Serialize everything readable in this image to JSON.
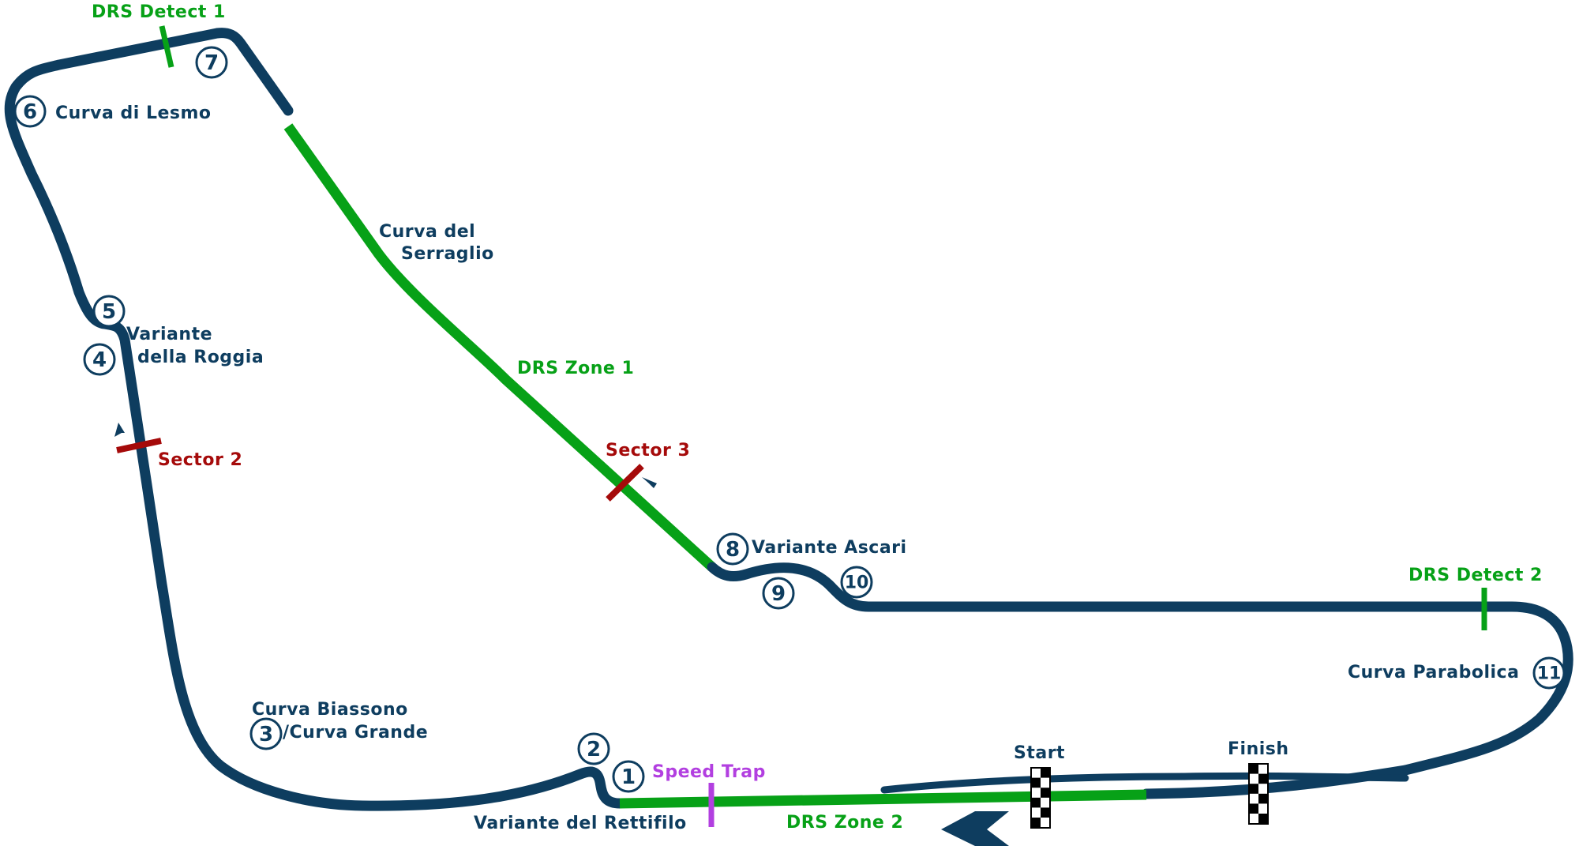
{
  "map": {
    "colors": {
      "track": "#0e3d5f",
      "drs": "#07a117",
      "sector": "#a50a0a",
      "speed_trap": "#b23fe0",
      "background": "#ffffff"
    },
    "turns": [
      {
        "number": "1",
        "name": "Variante del Rettifilo"
      },
      {
        "number": "2",
        "name": "Variante del Rettifilo"
      },
      {
        "number": "3",
        "name": "Curva Biassono / Curva Grande"
      },
      {
        "number": "4",
        "name": "Variante della Roggia"
      },
      {
        "number": "5",
        "name": "Variante della Roggia"
      },
      {
        "number": "6",
        "name": "Curva di Lesmo"
      },
      {
        "number": "7",
        "name": ""
      },
      {
        "number": "8",
        "name": "Variante Ascari"
      },
      {
        "number": "9",
        "name": ""
      },
      {
        "number": "10",
        "name": ""
      },
      {
        "number": "11",
        "name": "Curva Parabolica"
      }
    ],
    "labels": {
      "curva_di_lesmo": "Curva di Lesmo",
      "curva_del": "Curva del",
      "serraglio": "Serraglio",
      "variante": "Variante",
      "della_roggia": "della Roggia",
      "curva_biassono": "Curva Biassono",
      "curva_grande": "/Curva Grande",
      "variante_del_rettifilo": "Variante del Rettifilo",
      "variante_ascari": "Variante Ascari",
      "curva_parabolica": "Curva Parabolica",
      "start": "Start",
      "finish": "Finish"
    },
    "markers": {
      "drs_detect_1": "DRS Detect 1",
      "drs_detect_2": "DRS Detect 2",
      "drs_zone_1": "DRS Zone  1",
      "drs_zone_2": "DRS Zone 2",
      "sector_2": "Sector 2",
      "sector_3": "Sector 3",
      "speed_trap": "Speed Trap"
    }
  }
}
